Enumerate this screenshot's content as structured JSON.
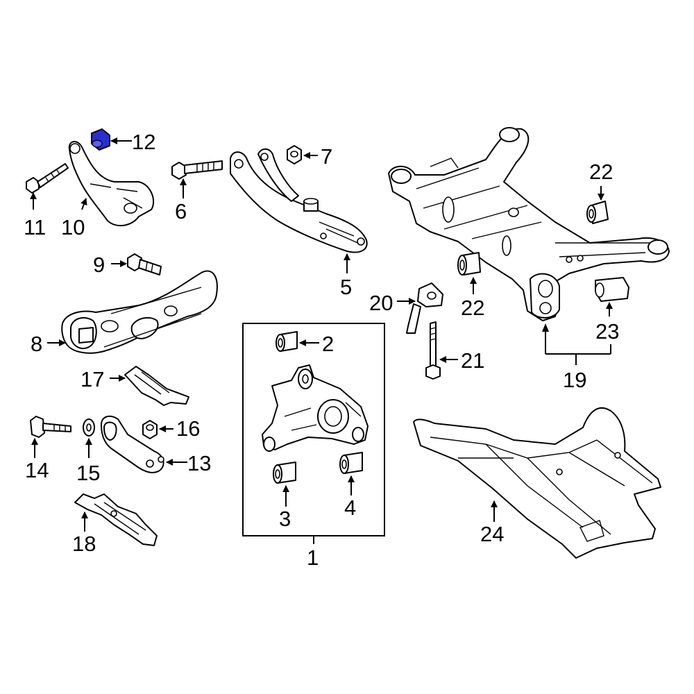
{
  "diagram": {
    "highlight_color": "#2a2fd0",
    "highlighted_part": "12",
    "callouts": [
      "1",
      "2",
      "3",
      "4",
      "5",
      "6",
      "7",
      "8",
      "9",
      "10",
      "11",
      "12",
      "13",
      "14",
      "15",
      "16",
      "17",
      "18",
      "19",
      "20",
      "21",
      "22",
      "22",
      "23",
      "24"
    ]
  }
}
